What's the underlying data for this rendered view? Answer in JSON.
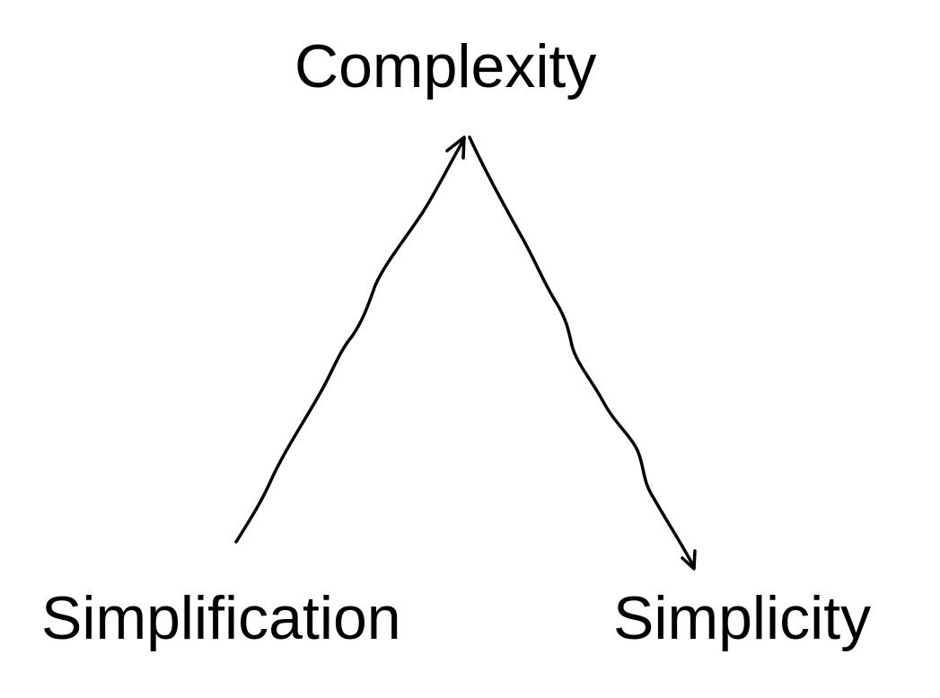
{
  "nodes": {
    "top": "Complexity",
    "left": "Simplification",
    "right": "Simplicity"
  },
  "colors": {
    "background": "#ffffff",
    "ink": "#000000"
  }
}
